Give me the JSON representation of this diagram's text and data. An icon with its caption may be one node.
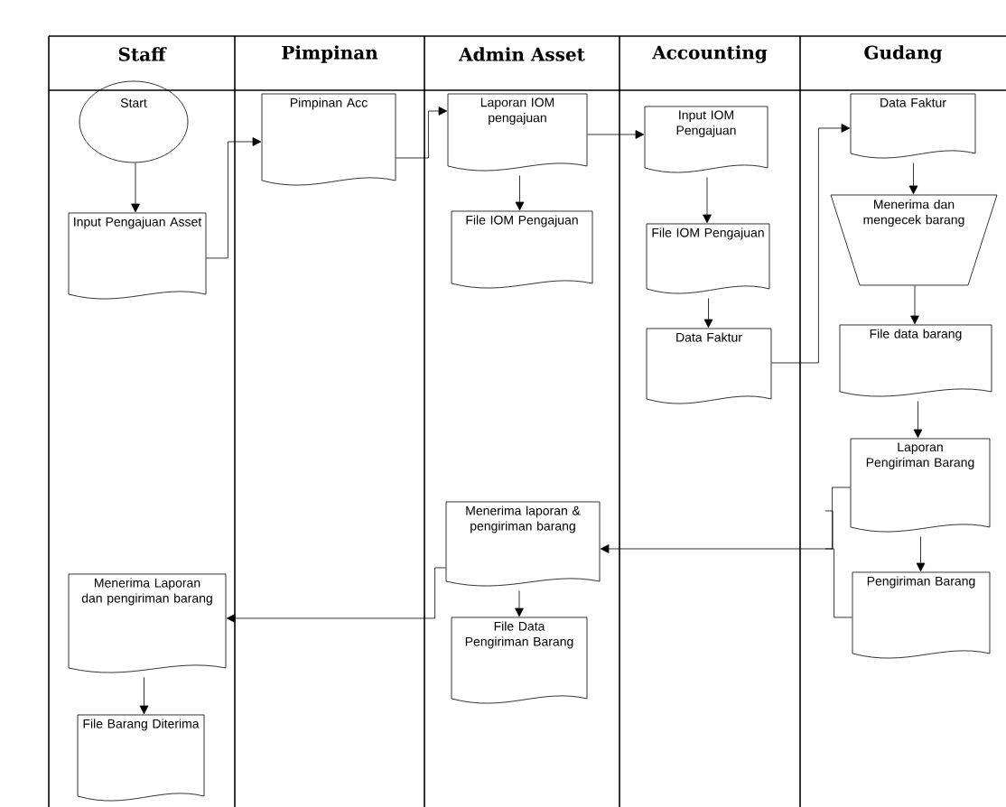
{
  "diagram": {
    "nodes": [
      {
        "text": [
          "Start"
        ]
      },
      {
        "text": [
          "Input Pengajuan Asset"
        ]
      },
      {
        "text": [
          "Pimpinan Acc"
        ]
      },
      {
        "text": [
          "Laporan IOM pengajuan"
        ]
      },
      {
        "text": [
          "File IOM Pengajuan"
        ]
      },
      {
        "text": [
          "Input IOM Pengajuan"
        ]
      },
      {
        "text": [
          "File IOM Pengajuan"
        ]
      },
      {
        "text": [
          "Data Faktur"
        ]
      },
      {
        "text": [
          "Data Faktur"
        ]
      },
      {
        "text": [
          "Menerima dan mengecek barang"
        ]
      },
      {
        "text": [
          "File data barang"
        ]
      },
      {
        "text": [
          "Laporan Pengiriman Barang"
        ]
      },
      {
        "text": [
          "Pengiriman Barang"
        ]
      },
      {
        "text": [
          "Menerima laporan & pengiriman barang"
        ]
      },
      {
        "text": [
          "File Data Pengiriman Barang"
        ]
      },
      {
        "text": [
          "Menerima Laporan dan pengiriman barang"
        ]
      },
      {
        "text": [
          "File Barang Diterima"
        ]
      }
    ],
    "edges": [
      {
        "from": 0,
        "to": 1,
        "arrow": "to"
      },
      {
        "from": 1,
        "to": 2,
        "arrow": "to"
      },
      {
        "from": 2,
        "to": 3,
        "arrow": "to"
      },
      {
        "from": 3,
        "to": 4,
        "arrow": "to"
      },
      {
        "from": 3,
        "to": 5,
        "arrow": "to"
      },
      {
        "from": 5,
        "to": 6,
        "arrow": "to"
      },
      {
        "from": 6,
        "to": 7,
        "arrow": "to"
      },
      {
        "from": 7,
        "to": 8,
        "arrow": "to"
      },
      {
        "from": 8,
        "to": 9,
        "arrow": "to"
      },
      {
        "from": 9,
        "to": 10,
        "arrow": "to"
      },
      {
        "from": 10,
        "to": 11,
        "arrow": "to"
      },
      {
        "from": 11,
        "to": 12,
        "arrow": "to"
      },
      {
        "from": 11,
        "to": 13,
        "arrow": "to"
      },
      {
        "from": 12,
        "to": 13,
        "arrow": "to"
      },
      {
        "from": 13,
        "to": 14,
        "arrow": "to"
      },
      {
        "from": 13,
        "to": 15,
        "arrow": "to"
      },
      {
        "from": 15,
        "to": 16,
        "arrow": "to"
      }
    ],
    "labels": [
      "Staff",
      "Pimpinan",
      "Admin Asset",
      "Accounting",
      "Gudang"
    ]
  }
}
